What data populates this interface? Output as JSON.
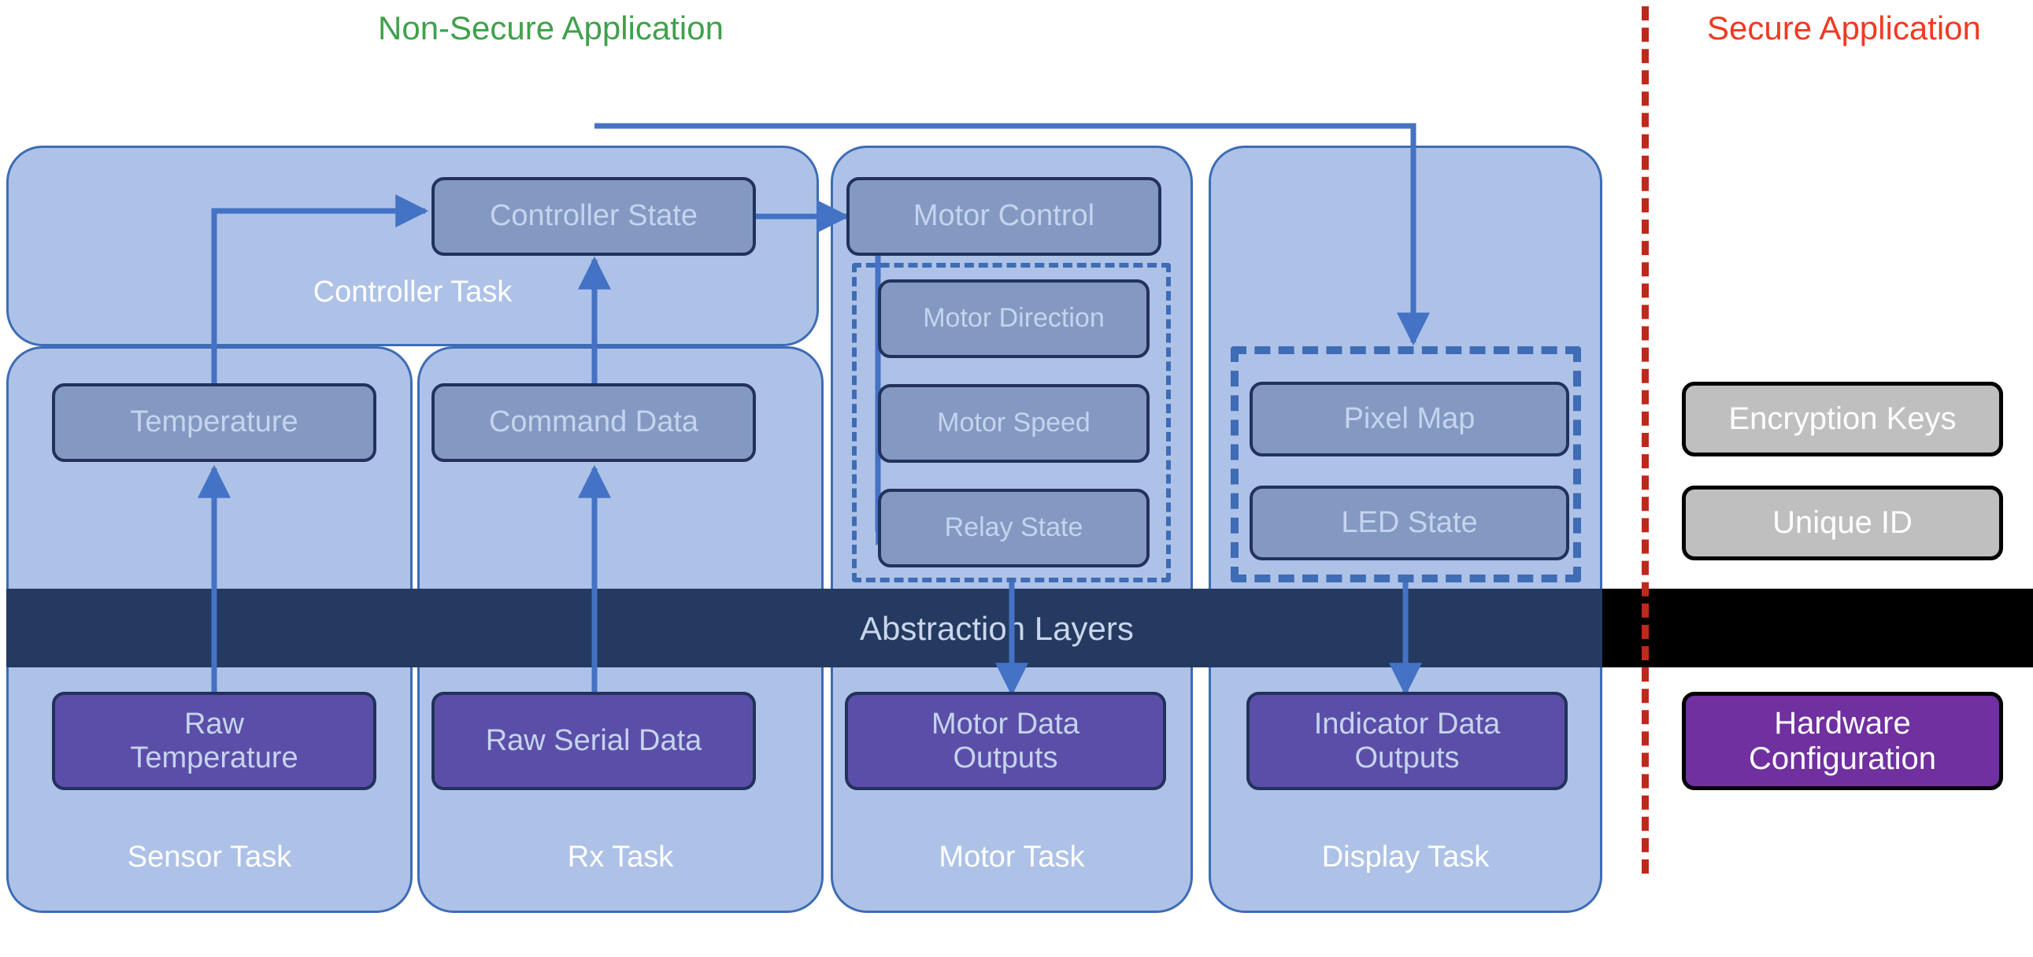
{
  "headers": {
    "non_secure": "Non-Secure Application",
    "secure": "Secure Application"
  },
  "abstraction": {
    "label": "Abstraction Layers"
  },
  "tasks": [
    {
      "id": "controller",
      "label": "Controller Task"
    },
    {
      "id": "sensor",
      "label": "Sensor Task"
    },
    {
      "id": "rx",
      "label": "Rx Task"
    },
    {
      "id": "motor",
      "label": "Motor Task"
    },
    {
      "id": "display",
      "label": "Display Task"
    }
  ],
  "data_items": {
    "controller_state": "Controller State",
    "motor_control": "Motor Control",
    "temperature": "Temperature",
    "command_data": "Command Data",
    "motor_direction": "Motor Direction",
    "motor_speed": "Motor Speed",
    "relay_state": "Relay State",
    "pixel_map": "Pixel Map",
    "led_state": "LED State"
  },
  "hardware_items": {
    "raw_temperature": "Raw\nTemperature",
    "raw_serial_data": "Raw Serial Data",
    "motor_data_outputs": "Motor Data\nOutputs",
    "indicator_data_outputs": "Indicator Data\nOutputs"
  },
  "secure_items": {
    "encryption_keys": "Encryption Keys",
    "unique_id": "Unique ID",
    "hardware_configuration": "Hardware\nConfiguration"
  },
  "colors": {
    "non_secure_heading": "#3FA14B",
    "secure_heading": "#F03A21",
    "task_fill": "#AEC2E8",
    "task_border": "#3E6CB5",
    "data_fill": "#8399C2",
    "data_border": "#22325B",
    "hardware_fill": "#5B4EA8",
    "abstraction_fill": "#253A60",
    "abstraction_fill_secure": "#000000",
    "secure_fill": "#BFBFBF",
    "secure_hw_fill": "#7030A0",
    "divider": "#C1281A",
    "arrow": "#4472C4"
  }
}
